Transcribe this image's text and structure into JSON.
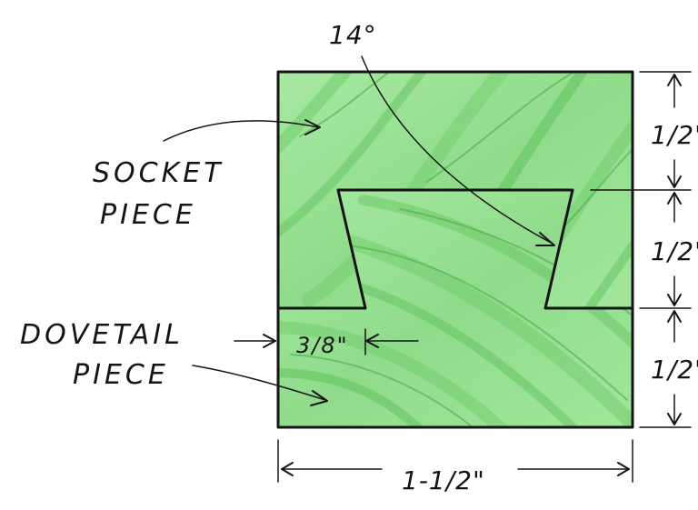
{
  "diagram": {
    "angle_label": "14°",
    "socket_label_line1": "SOCKET",
    "socket_label_line2": "PIECE",
    "dovetail_label_line1": "DOVETAIL",
    "dovetail_label_line2": "PIECE",
    "dim_top": "1/2\"",
    "dim_middle": "1/2\"",
    "dim_bottom": "1/2\"",
    "dim_overhang": "3/8\"",
    "dim_width": "1-1/2\"",
    "colors": {
      "wood_light": "#9fe49a",
      "wood_mid": "#7dd67a",
      "grain_dark": "#4fae4d",
      "outline": "#151515"
    }
  }
}
